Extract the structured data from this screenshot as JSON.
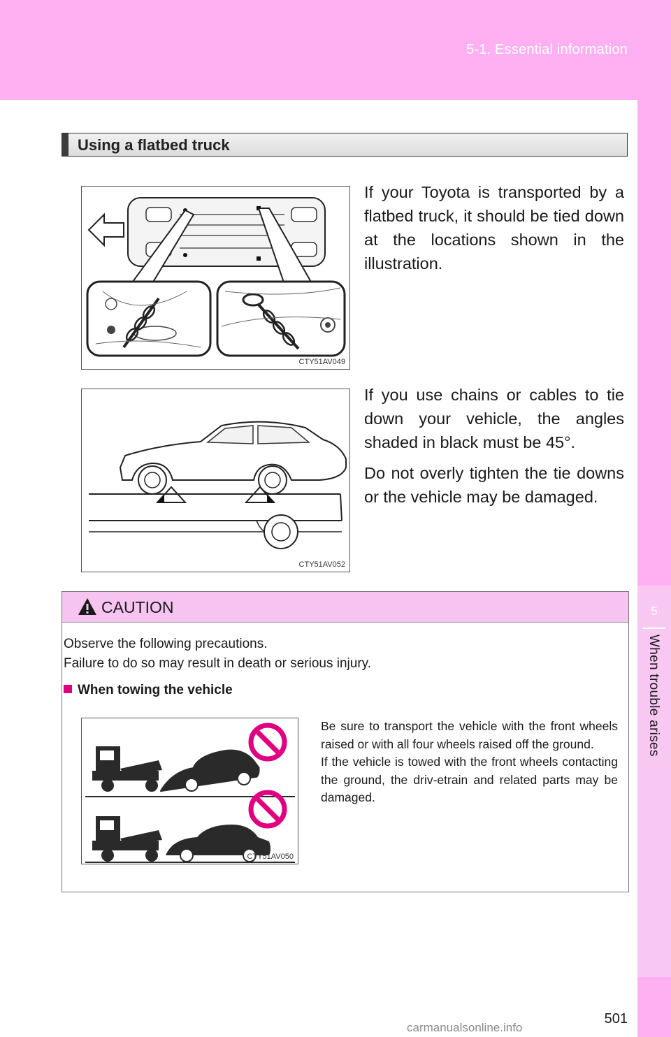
{
  "header": {
    "section": "5-1. Essential information"
  },
  "side_tab": {
    "chapter_number": "5",
    "chapter_title": "When trouble arises"
  },
  "section_heading": "Using a flatbed truck",
  "figures": {
    "tie_down_points": {
      "code": "CTY51AV049",
      "icon": "vehicle-underside-tie-down-illustration"
    },
    "flatbed_angles": {
      "code": "CTY51AV052",
      "icon": "car-on-flatbed-illustration"
    },
    "towing_prohibited": {
      "code": "CTY51AV050",
      "icon": "tow-truck-prohibited-illustration"
    }
  },
  "paragraphs": {
    "transport": "If your Toyota is transported by a flatbed truck, it should be tied down at the locations shown in the illustration.",
    "chains": "If you use chains or cables to tie down your vehicle, the angles shaded in black must be 45°.",
    "tighten": "Do not overly tighten the tie downs or the vehicle may be damaged."
  },
  "caution": {
    "title": "CAUTION",
    "line1": "Observe the following precautions.",
    "line2": "Failure to do so may result in death or serious injury.",
    "subheading": "When towing the vehicle",
    "body1": "Be sure to transport the vehicle with the front wheels raised or with all four wheels raised off the ground.",
    "body2": "If the vehicle is towed with the front wheels contacting the ground, the driv-etrain and related parts may be damaged."
  },
  "colors": {
    "accent_pink": "#ffb0f2",
    "caution_pink": "#f7c3f1",
    "prohibit_magenta": "#e0007f"
  },
  "page_number": "501",
  "watermark": "carmanualsonline.info"
}
